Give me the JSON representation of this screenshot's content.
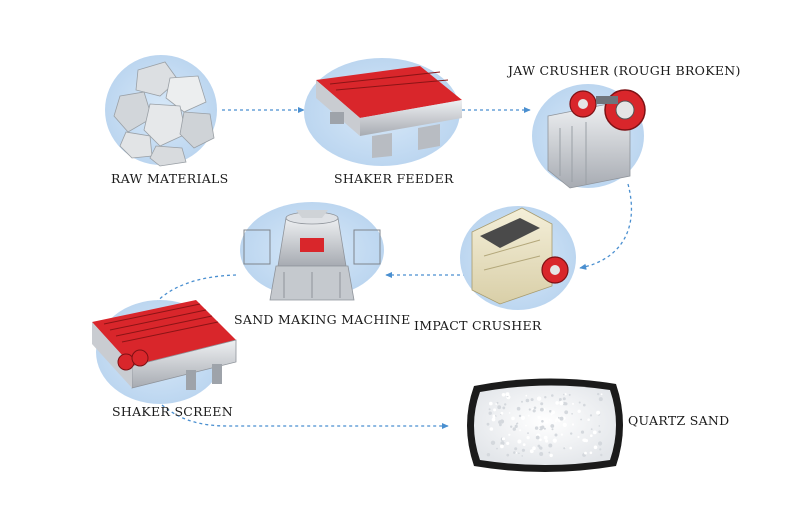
{
  "colors": {
    "bubble": "#c9dff5",
    "flow_line": "#4a8fd0",
    "machine_red": "#d9262b",
    "machine_grey": "#b9bcc1"
  },
  "steps": [
    {
      "label": "RAW MATERIALS",
      "icon": "raw-stone-icon"
    },
    {
      "label": "SHAKER FEEDER",
      "icon": "vibrating-feeder-icon"
    },
    {
      "label": "JAW CRUSHER (ROUGH BROKEN)",
      "icon": "jaw-crusher-icon"
    },
    {
      "label": "IMPACT CRUSHER",
      "icon": "impact-crusher-icon"
    },
    {
      "label": "SAND MAKING MACHINE",
      "icon": "sand-making-machine-icon"
    },
    {
      "label": "SHAKER SCREEN",
      "icon": "vibrating-screen-icon"
    },
    {
      "label": "QUARTZ SAND",
      "icon": "quartz-sand-icon"
    }
  ]
}
